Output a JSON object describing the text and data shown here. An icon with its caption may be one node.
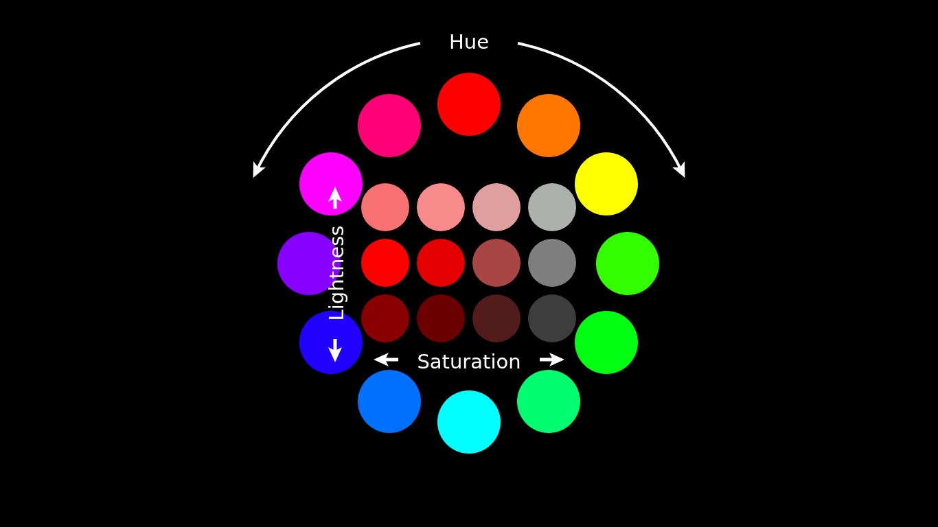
{
  "diagram": {
    "nodes": [
      {
        "text": [],
        "shape": "circle"
      },
      {
        "text": [],
        "shape": "circle"
      },
      {
        "text": [],
        "shape": "circle"
      },
      {
        "text": [],
        "shape": "circle"
      },
      {
        "text": [],
        "shape": "circle"
      },
      {
        "text": [],
        "shape": "circle"
      },
      {
        "text": [],
        "shape": "circle"
      },
      {
        "text": [],
        "shape": "circle"
      },
      {
        "text": [],
        "shape": "circle"
      },
      {
        "text": [],
        "shape": "circle"
      },
      {
        "text": [],
        "shape": "circle"
      },
      {
        "text": [],
        "shape": "circle"
      },
      {
        "text": [],
        "shape": "circle"
      },
      {
        "text": [],
        "shape": "circle"
      },
      {
        "text": [],
        "shape": "circle"
      },
      {
        "text": [],
        "shape": "circle"
      },
      {
        "text": [],
        "shape": "circle"
      },
      {
        "text": [],
        "shape": "circle"
      },
      {
        "text": [],
        "shape": "circle"
      },
      {
        "text": [],
        "shape": "circle"
      },
      {
        "text": [],
        "shape": "circle"
      },
      {
        "text": [],
        "shape": "circle"
      },
      {
        "text": [],
        "shape": "circle"
      },
      {
        "text": [],
        "shape": "circle"
      }
    ],
    "labels": [
      "Hue",
      "Lightness",
      "Saturation"
    ]
  }
}
